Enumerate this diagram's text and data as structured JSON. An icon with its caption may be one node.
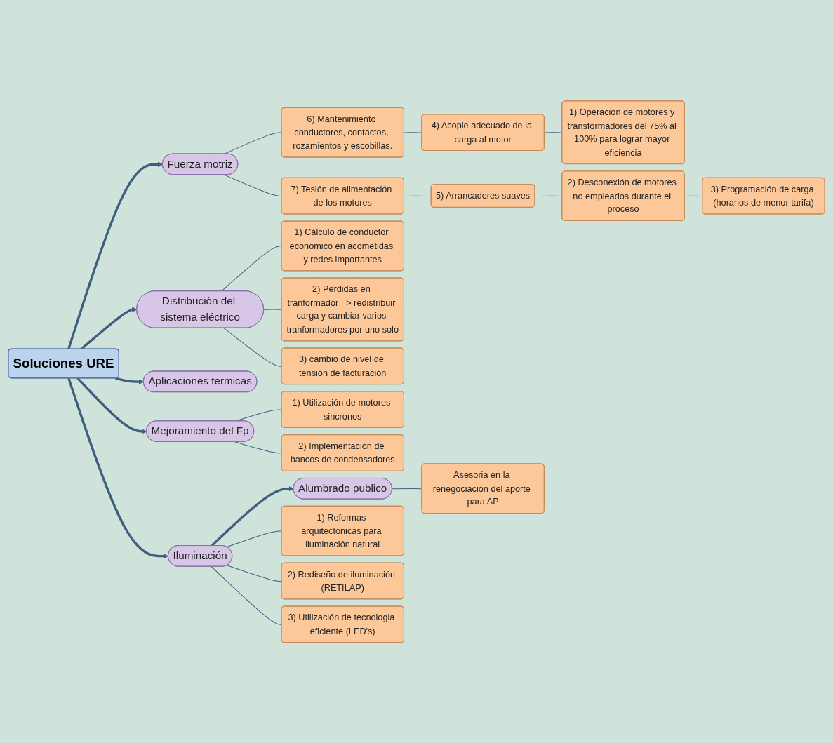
{
  "diagram": {
    "nodes": [
      {
        "text": [
          "Soluciones URE"
        ]
      },
      {
        "text": [
          "Fuerza motriz"
        ]
      },
      {
        "text": [
          "Distribución del sistema eléctrico"
        ]
      },
      {
        "text": [
          "Aplicaciones termicas"
        ]
      },
      {
        "text": [
          "Mejoramiento del Fp"
        ]
      },
      {
        "text": [
          "Iluminación"
        ]
      },
      {
        "text": [
          "Alumbrado publico"
        ]
      },
      {
        "text": [
          "1) Operación de motores y transformadores del 75% al 100% para lograr mayor eficiencia"
        ]
      },
      {
        "text": [
          "2) Desconexión de motores no empleados durante el proceso"
        ]
      },
      {
        "text": [
          "3) Programación de carga (horarios de menor tarifa)"
        ]
      },
      {
        "text": [
          "4) Acople adecuado de la carga al motor"
        ]
      },
      {
        "text": [
          "5) Arrancadores suaves"
        ]
      },
      {
        "text": [
          "6) Mantenimiento conductores, contactos, rozamientos y escobillas."
        ]
      },
      {
        "text": [
          "7) Tesión de alimentación de los motores"
        ]
      },
      {
        "text": [
          "1) Cálculo de conductor economico en acometidas y redes importantes"
        ]
      },
      {
        "text": [
          "2) Pérdidas en tranformador => redistribuir carga y cambiar varios tranformadores por uno solo"
        ]
      },
      {
        "text": [
          "3) cambio de nivel de tensión de facturación"
        ]
      },
      {
        "text": [
          "1) Utilización de motores sincronos"
        ]
      },
      {
        "text": [
          "2) Implementación de bancos de condensadores"
        ]
      },
      {
        "text": [
          "1) Reformas arquitectonicas para iluminación natural"
        ]
      },
      {
        "text": [
          "2) Rediseño de iluminación (RETILAP)"
        ]
      },
      {
        "text": [
          "3) Utilización de tecnologia eficiente (LED's)"
        ]
      },
      {
        "text": [
          "Asesoria en la renegociación del aporte para AP"
        ]
      }
    ],
    "edges": [
      {
        "from": 0,
        "to": 1,
        "arrow": "to",
        "style": "thick"
      },
      {
        "from": 0,
        "to": 2,
        "arrow": "to",
        "style": "thick"
      },
      {
        "from": 0,
        "to": 3,
        "arrow": "to",
        "style": "thick"
      },
      {
        "from": 0,
        "to": 4,
        "arrow": "to",
        "style": "thick"
      },
      {
        "from": 0,
        "to": 5,
        "arrow": "to",
        "style": "thick"
      },
      {
        "from": 5,
        "to": 6,
        "arrow": "to",
        "style": "thick"
      },
      {
        "from": 1,
        "to": 12,
        "arrow": "none"
      },
      {
        "from": 1,
        "to": 13,
        "arrow": "none"
      },
      {
        "from": 12,
        "to": 10,
        "arrow": "none"
      },
      {
        "from": 10,
        "to": 7,
        "arrow": "none"
      },
      {
        "from": 13,
        "to": 11,
        "arrow": "none"
      },
      {
        "from": 11,
        "to": 8,
        "arrow": "none"
      },
      {
        "from": 8,
        "to": 9,
        "arrow": "none"
      },
      {
        "from": 2,
        "to": 14,
        "arrow": "none"
      },
      {
        "from": 2,
        "to": 15,
        "arrow": "none"
      },
      {
        "from": 2,
        "to": 16,
        "arrow": "none"
      },
      {
        "from": 4,
        "to": 17,
        "arrow": "none"
      },
      {
        "from": 4,
        "to": 18,
        "arrow": "none"
      },
      {
        "from": 5,
        "to": 19,
        "arrow": "none"
      },
      {
        "from": 5,
        "to": 20,
        "arrow": "none"
      },
      {
        "from": 5,
        "to": 21,
        "arrow": "none"
      },
      {
        "from": 6,
        "to": 22,
        "arrow": "none"
      }
    ]
  }
}
